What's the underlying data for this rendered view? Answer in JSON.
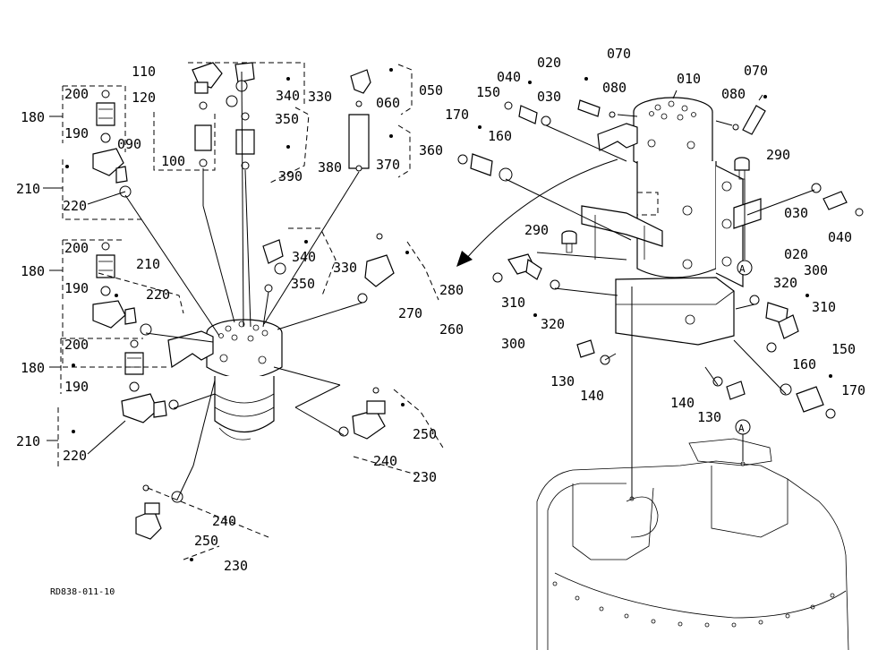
{
  "drawing_code": "RD838-011-10",
  "callout_letter": "A",
  "labels": [
    {
      "id": "l010",
      "text": "010"
    },
    {
      "id": "l020a",
      "text": "020"
    },
    {
      "id": "l020b",
      "text": "020"
    },
    {
      "id": "l030a",
      "text": "030"
    },
    {
      "id": "l030b",
      "text": "030"
    },
    {
      "id": "l040a",
      "text": "040"
    },
    {
      "id": "l040b",
      "text": "040"
    },
    {
      "id": "l050",
      "text": "050"
    },
    {
      "id": "l060",
      "text": "060"
    },
    {
      "id": "l070a",
      "text": "070"
    },
    {
      "id": "l070b",
      "text": "070"
    },
    {
      "id": "l080a",
      "text": "080"
    },
    {
      "id": "l080b",
      "text": "080"
    },
    {
      "id": "l090",
      "text": "090"
    },
    {
      "id": "l100",
      "text": "100"
    },
    {
      "id": "l110",
      "text": "110"
    },
    {
      "id": "l120",
      "text": "120"
    },
    {
      "id": "l130a",
      "text": "130"
    },
    {
      "id": "l130b",
      "text": "130"
    },
    {
      "id": "l140a",
      "text": "140"
    },
    {
      "id": "l140b",
      "text": "140"
    },
    {
      "id": "l150a",
      "text": "150"
    },
    {
      "id": "l150b",
      "text": "150"
    },
    {
      "id": "l160a",
      "text": "160"
    },
    {
      "id": "l160b",
      "text": "160"
    },
    {
      "id": "l170a",
      "text": "170"
    },
    {
      "id": "l170b",
      "text": "170"
    },
    {
      "id": "l180a",
      "text": "180"
    },
    {
      "id": "l180b",
      "text": "180"
    },
    {
      "id": "l180c",
      "text": "180"
    },
    {
      "id": "l190a",
      "text": "190"
    },
    {
      "id": "l190b",
      "text": "190"
    },
    {
      "id": "l190c",
      "text": "190"
    },
    {
      "id": "l200a",
      "text": "200"
    },
    {
      "id": "l200b",
      "text": "200"
    },
    {
      "id": "l200c",
      "text": "200"
    },
    {
      "id": "l210a",
      "text": "210"
    },
    {
      "id": "l210b",
      "text": "210"
    },
    {
      "id": "l210c",
      "text": "210"
    },
    {
      "id": "l220a",
      "text": "220"
    },
    {
      "id": "l220b",
      "text": "220"
    },
    {
      "id": "l220c",
      "text": "220"
    },
    {
      "id": "l230a",
      "text": "230"
    },
    {
      "id": "l230b",
      "text": "230"
    },
    {
      "id": "l240a",
      "text": "240"
    },
    {
      "id": "l240b",
      "text": "240"
    },
    {
      "id": "l250a",
      "text": "250"
    },
    {
      "id": "l250b",
      "text": "250"
    },
    {
      "id": "l260",
      "text": "260"
    },
    {
      "id": "l270",
      "text": "270"
    },
    {
      "id": "l280",
      "text": "280"
    },
    {
      "id": "l290a",
      "text": "290"
    },
    {
      "id": "l290b",
      "text": "290"
    },
    {
      "id": "l300a",
      "text": "300"
    },
    {
      "id": "l300b",
      "text": "300"
    },
    {
      "id": "l310a",
      "text": "310"
    },
    {
      "id": "l310b",
      "text": "310"
    },
    {
      "id": "l320a",
      "text": "320"
    },
    {
      "id": "l320b",
      "text": "320"
    },
    {
      "id": "l330a",
      "text": "330"
    },
    {
      "id": "l330b",
      "text": "330"
    },
    {
      "id": "l340a",
      "text": "340"
    },
    {
      "id": "l340b",
      "text": "340"
    },
    {
      "id": "l350a",
      "text": "350"
    },
    {
      "id": "l350b",
      "text": "350"
    },
    {
      "id": "l360",
      "text": "360"
    },
    {
      "id": "l370",
      "text": "370"
    },
    {
      "id": "l380",
      "text": "380"
    },
    {
      "id": "l390",
      "text": "390"
    }
  ]
}
